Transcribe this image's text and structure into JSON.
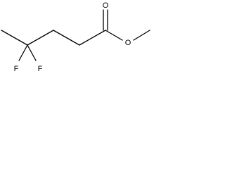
{
  "molecule": {
    "atoms": {
      "O1": "O",
      "O2": "O",
      "F1": "F",
      "F2": "F"
    }
  },
  "colors": {
    "bond": "#000000",
    "label": "#000000",
    "background": "#ffffff"
  }
}
